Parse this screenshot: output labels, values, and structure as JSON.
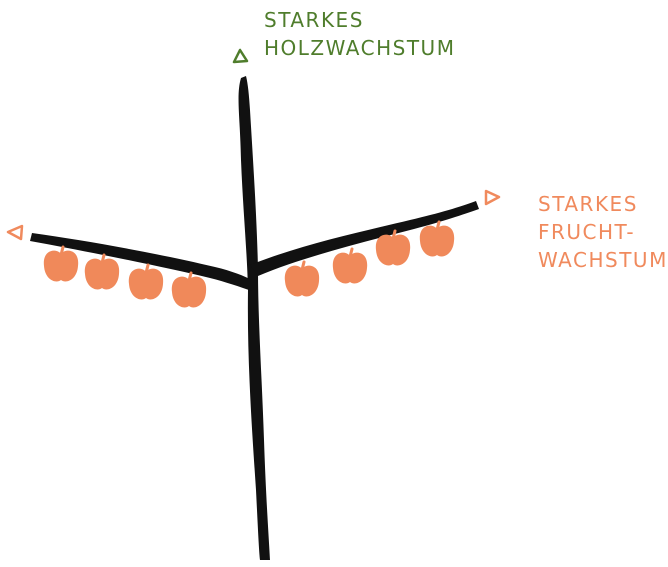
{
  "labels": {
    "wood": [
      "STARKES",
      "HOLZWACHSTUM"
    ],
    "fruit": [
      "STARKES",
      "FRUCHT-",
      "WACHSTUM"
    ]
  },
  "colors": {
    "trunk": "#111111",
    "wood_growth": "#4f7d2c",
    "fruit_growth": "#f08a5d",
    "fruit": "#f0895a"
  },
  "icons": {
    "wood_arrow": "triangle-up",
    "fruit_arrows": "triangle-outward",
    "fruit": "apple"
  },
  "fruit_counts": {
    "left_branch": 4,
    "right_branch": 4
  }
}
